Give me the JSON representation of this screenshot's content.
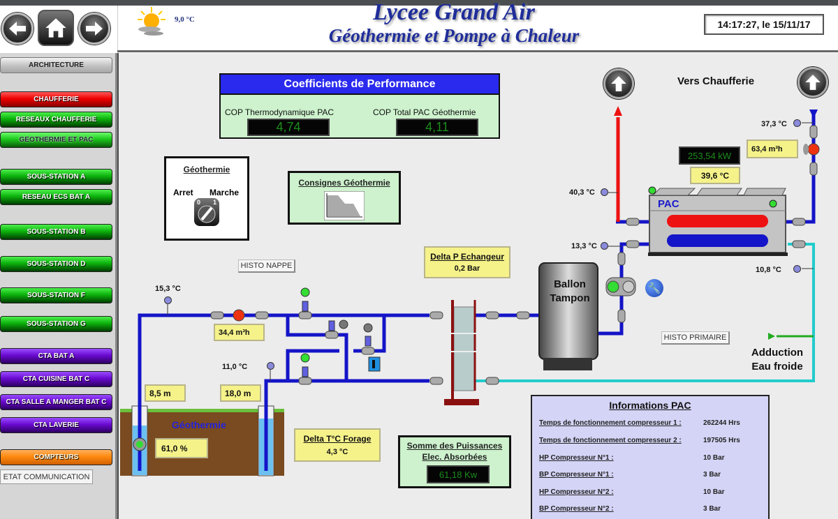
{
  "header": {
    "weather_icon": "sun-cloud-icon",
    "outdoor_temp": "9,0 °C",
    "title_line1": "Lycee Grand Air",
    "title_line2": "Géothermie et Pompe à Chaleur",
    "datetime": "14:17:27, le 15/11/17",
    "nav": {
      "back": "arrow-left-icon",
      "home": "home-icon",
      "forward": "arrow-right-icon"
    }
  },
  "sidebar": {
    "items": [
      {
        "label": "ARCHITECTURE",
        "color": "gray"
      },
      {
        "label": "CHAUFFERIE",
        "color": "red"
      },
      {
        "label": "RESEAUX CHAUFFERIE",
        "color": "green"
      },
      {
        "label": "GEOTHERMIE ET PAC",
        "color": "green-active"
      },
      {
        "label": "SOUS-STATION A",
        "color": "green"
      },
      {
        "label": "RESEAU ECS BAT A",
        "color": "green"
      },
      {
        "label": "SOUS-STATION B",
        "color": "green"
      },
      {
        "label": "SOUS-STATION D",
        "color": "green"
      },
      {
        "label": "SOUS-STATION F",
        "color": "green"
      },
      {
        "label": "SOUS-STATION G",
        "color": "green"
      },
      {
        "label": "CTA BAT A",
        "color": "purple"
      },
      {
        "label": "CTA CUISINE BAT C",
        "color": "purple"
      },
      {
        "label": "CTA SALLE A MANGER BAT C",
        "color": "purple"
      },
      {
        "label": "CTA LAVERIE",
        "color": "purple"
      },
      {
        "label": "COMPTEURS",
        "color": "orange"
      }
    ],
    "etat_communication": "ETAT COMMUNICATION"
  },
  "cop": {
    "title": "Coefficients de Performance",
    "thermo_label": "COP Thermodynamique PAC",
    "thermo_value": "4,74",
    "total_label": "COP Total PAC Géothermie",
    "total_value": "4,11"
  },
  "geothermie_switch": {
    "title": "Géothermie",
    "off_label": "Arret",
    "on_label": "Marche",
    "state": "Marche",
    "dial_labels": [
      "0",
      "1"
    ]
  },
  "consignes": {
    "title": "Consignes Géothermie",
    "icon": "curve-chart-icon"
  },
  "histo_nappe": "HISTO NAPPE",
  "histo_primaire": "HISTO PRIMAIRE",
  "delta_p": {
    "title": "Delta P Echangeur",
    "value": "0,2 Bar"
  },
  "delta_t": {
    "title": "Delta T°C Forage",
    "value": "4,3 °C"
  },
  "somme": {
    "title_line1": "Somme des Puissances",
    "title_line2": "Elec. Absorbées",
    "value": "61,18 Kw"
  },
  "ballon": {
    "line1": "Ballon",
    "line2": "Tampon"
  },
  "vers_chaufferie": "Vers Chaufferie",
  "adduction": {
    "line1": "Adduction",
    "line2": "Eau froide"
  },
  "pac": {
    "label": "PAC",
    "power": "253,54 kW",
    "temp": "39,6 °C",
    "flow": "63,4 m³h"
  },
  "temperatures": {
    "t_forage_out": "15,3 °C",
    "t_forage_in": "11,0 °C",
    "t_pac_hot_out": "40,3 °C",
    "t_pac_cold_in": "13,3 °C",
    "t_return": "37,3 °C",
    "t_cold_water": "10,8 °C"
  },
  "geothermie_field": {
    "label": "Géothermie",
    "flow": "34,4 m³h",
    "depth_well1": "8,5 m",
    "depth_well2": "18,0 m",
    "pump_speed": "61,0 %"
  },
  "info_pac": {
    "title": "Informations PAC",
    "rows": [
      {
        "label": "Temps de fonctionnement compresseur 1 :",
        "value": "262244 Hrs"
      },
      {
        "label": "Temps de fonctionnement compresseur 2 :",
        "value": "197505 Hrs"
      },
      {
        "label": "HP Compresseur N°1 :",
        "value": "10 Bar"
      },
      {
        "label": "BP Compresseur N°1 :",
        "value": "3 Bar"
      },
      {
        "label": "HP Compresseur N°2 :",
        "value": "10 Bar"
      },
      {
        "label": "BP Compresseur N°2 :",
        "value": "3 Bar"
      }
    ]
  },
  "colors": {
    "hot": "#ee1111",
    "cold": "#1414c8",
    "cold_water": "#22cccc",
    "status_ok": "#22cc22",
    "lcd_text": "#1b8c1b"
  }
}
